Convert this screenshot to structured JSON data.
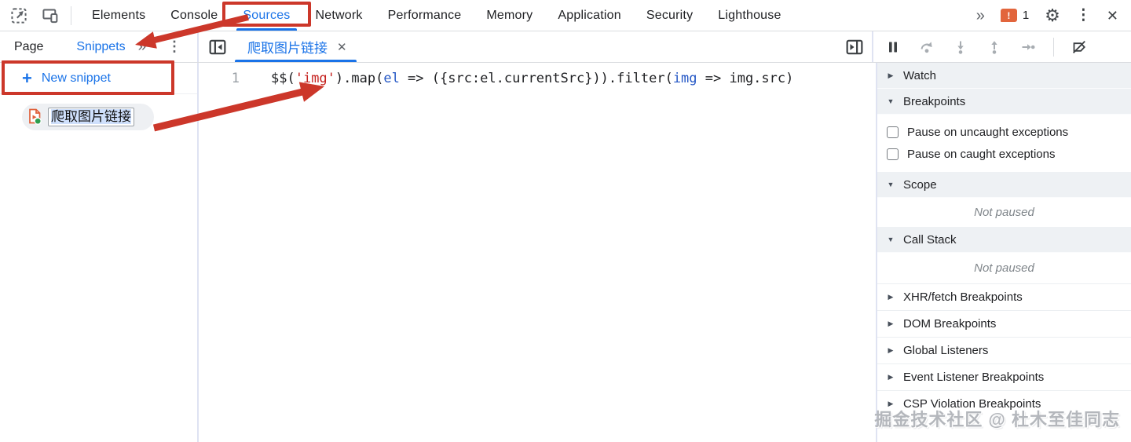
{
  "toolbar": {
    "tabs": [
      {
        "label": "Elements"
      },
      {
        "label": "Console"
      },
      {
        "label": "Sources"
      },
      {
        "label": "Network"
      },
      {
        "label": "Performance"
      },
      {
        "label": "Memory"
      },
      {
        "label": "Application"
      },
      {
        "label": "Security"
      },
      {
        "label": "Lighthouse"
      }
    ],
    "selected_tab": "Sources",
    "issues_count": "1"
  },
  "sidebar": {
    "tabs": [
      {
        "label": "Page"
      },
      {
        "label": "Snippets"
      }
    ],
    "selected_tab": "Snippets",
    "new_snippet_label": "New snippet",
    "snippet": {
      "name": "爬取图片链接"
    }
  },
  "editor": {
    "tab_title": "爬取图片链接",
    "line_number": "1",
    "code_tokens": [
      {
        "text": "$$(",
        "type": "plain"
      },
      {
        "text": "'img'",
        "type": "string"
      },
      {
        "text": ").map(",
        "type": "plain"
      },
      {
        "text": "el",
        "type": "param"
      },
      {
        "text": " => ({src:el.currentSrc})).filter(",
        "type": "plain"
      },
      {
        "text": "img",
        "type": "param"
      },
      {
        "text": " => img.src)",
        "type": "plain"
      }
    ]
  },
  "debugger_pane": {
    "sections": [
      {
        "label": "Watch",
        "state": "collapsed"
      },
      {
        "label": "Breakpoints",
        "state": "expanded"
      },
      {
        "label": "Scope",
        "state": "expanded"
      },
      {
        "label": "Call Stack",
        "state": "expanded"
      },
      {
        "label": "XHR/fetch Breakpoints",
        "state": "collapsed"
      },
      {
        "label": "DOM Breakpoints",
        "state": "collapsed"
      },
      {
        "label": "Global Listeners",
        "state": "collapsed"
      },
      {
        "label": "Event Listener Breakpoints",
        "state": "collapsed"
      },
      {
        "label": "CSP Violation Breakpoints",
        "state": "collapsed"
      }
    ],
    "breakpoint_checkboxes": [
      {
        "label": "Pause on uncaught exceptions",
        "checked": false
      },
      {
        "label": "Pause on caught exceptions",
        "checked": false
      }
    ],
    "scope_status": "Not paused",
    "call_stack_status": "Not paused"
  },
  "watermark": "掘金技术社区 @ 杜木至佳同志",
  "icons": {
    "collapsed": "▶",
    "expanded": "▼",
    "more_chevrons": "»",
    "menu_dots": "⋮",
    "close": "✕",
    "settings": "⚙",
    "issue_exclaim": "!",
    "plus": "+"
  },
  "colors": {
    "accent": "#1a73e8",
    "annotation_red": "#cc372a",
    "string_red": "#c5221f",
    "param_blue": "#2457c5",
    "issue_badge": "#e2653c"
  }
}
